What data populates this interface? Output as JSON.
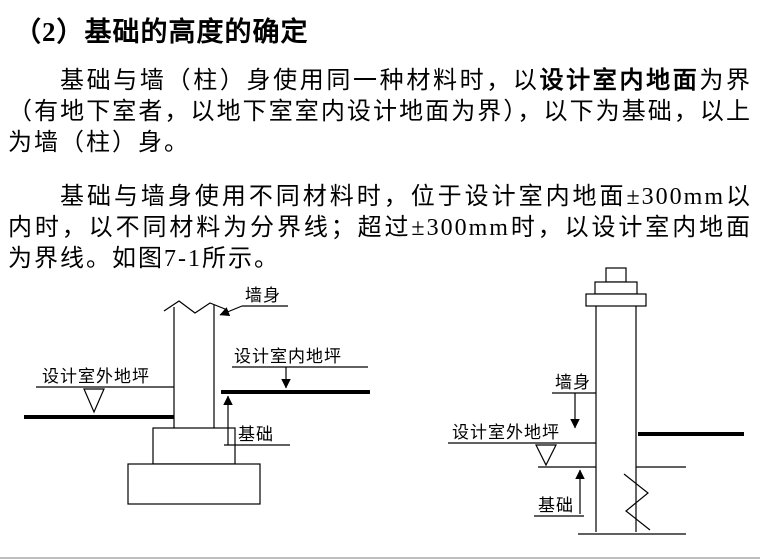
{
  "colors": {
    "text": "#000000",
    "background": "#ffffff"
  },
  "document": {
    "title": "（2）基础的高度的确定",
    "para1_before": "基础与墙（柱）身使用同一种材料时，以",
    "para1_bold": "设计室内地面",
    "para1_after": "为界（有地下室者，以地下室室内设计地面为界），以下为基础，以上为墙（柱）身。",
    "para2": "基础与墙身使用不同材料时，位于设计室内地面±300mm以内时，以不同材料为分界线；超过±300mm时，以设计室内地面为界线。如图7-1所示。"
  },
  "figure_left": {
    "wall_label": "墙身",
    "indoor_floor_label": "设计室内地坪",
    "outdoor_floor_label": "设计室外地坪",
    "foundation_label": "基础"
  },
  "figure_right": {
    "wall_label": "墙身",
    "outdoor_floor_label": "设计室外地坪",
    "foundation_label": "基础"
  }
}
